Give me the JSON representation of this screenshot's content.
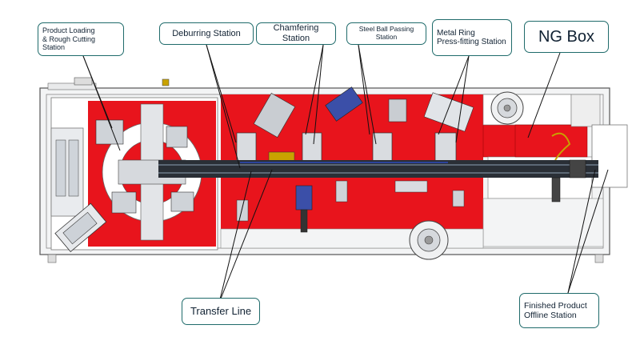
{
  "labels": {
    "product_loading": "Product Loading\n& Rough Cutting Station",
    "deburring": "Deburring Station",
    "chamfering": "Chamfering Station",
    "steel_ball": "Steel Ball Passing Station",
    "metal_ring": "Metal Ring\nPress-fitting Station",
    "ng_box": "NG Box",
    "transfer_line": "Transfer Line",
    "finished_product": "Finished Product\nOffline Station"
  },
  "colors": {
    "frame_red": "#e8141c",
    "outline": "#1f6b6b",
    "leader": "#111111",
    "machine_grey": "#c9cdd2",
    "rail": "#2a2f36"
  }
}
